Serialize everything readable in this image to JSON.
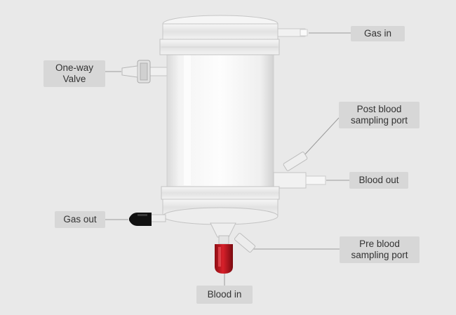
{
  "labels": {
    "gas_in": "Gas in",
    "one_way_valve": [
      "One-way",
      "Valve"
    ],
    "post_blood_sampling_port": [
      "Post blood",
      "sampling port"
    ],
    "blood_out": "Blood out",
    "gas_out": "Gas out",
    "pre_blood_sampling_port": [
      "Pre blood",
      "sampling port"
    ],
    "blood_in": "Blood in"
  },
  "colors": {
    "background": "#e9e9e9",
    "label_box": "#d7d7d7",
    "label_text": "#333333",
    "leader_line": "#9a9a9a",
    "cap_red": "#c0161f",
    "cap_black": "#111111"
  }
}
